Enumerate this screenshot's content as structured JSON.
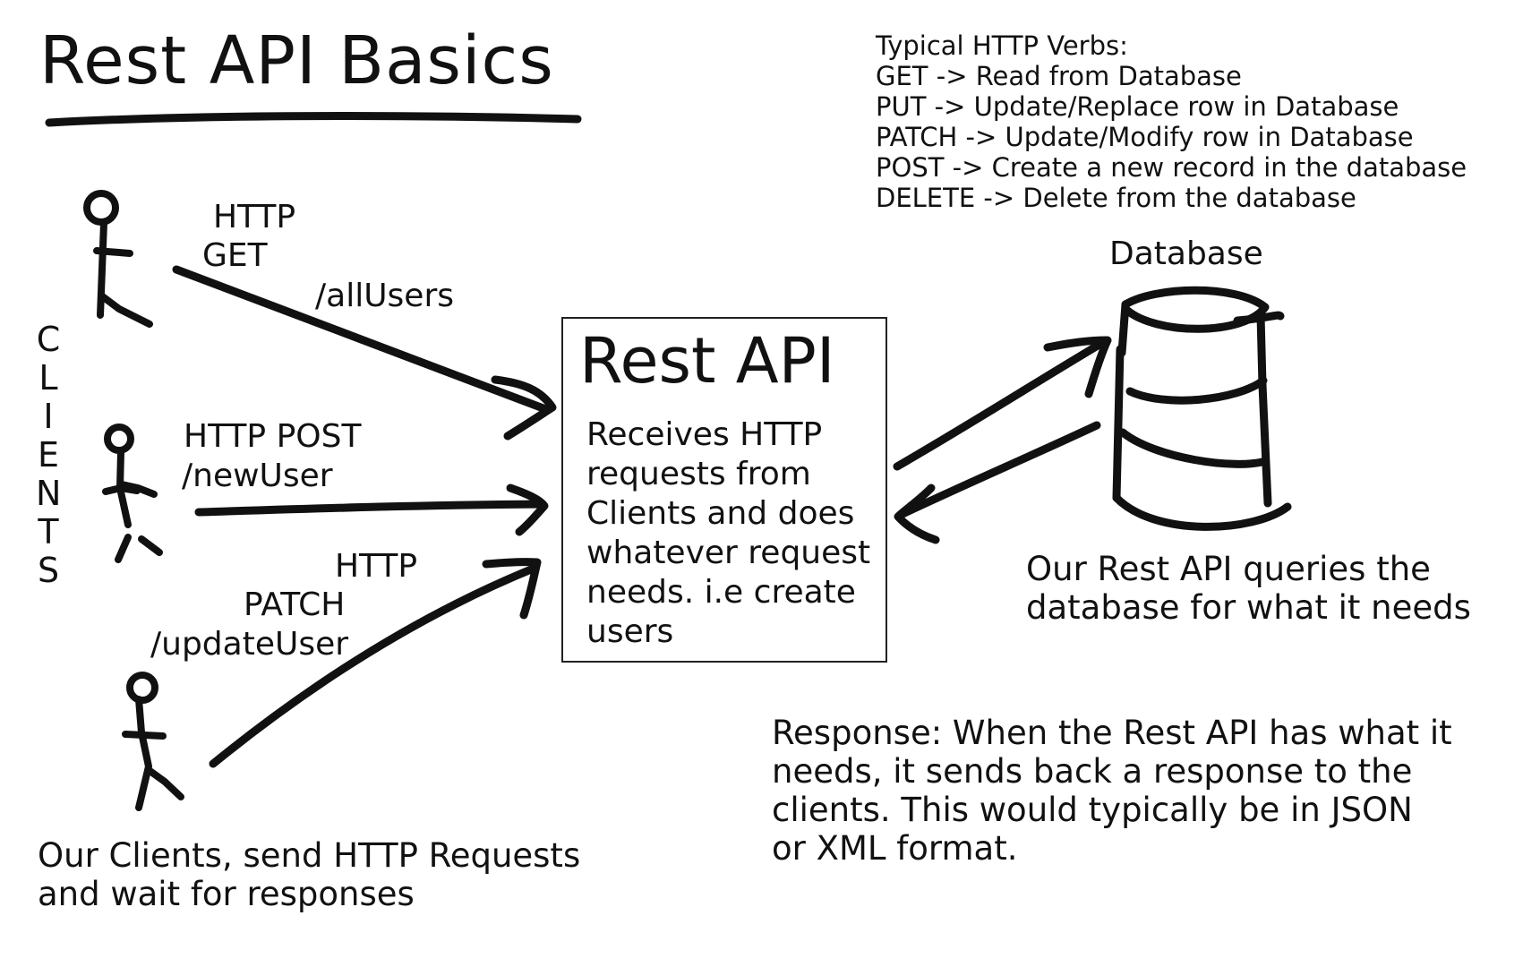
{
  "title": "Rest API Basics",
  "verbs": {
    "heading": "Typical HTTP Verbs:",
    "items": [
      "GET -> Read from Database",
      "PUT -> Update/Replace row in Database",
      "PATCH -> Update/Modify row in Database",
      "POST -> Create a new record in the database",
      "DELETE -> Delete from the database"
    ]
  },
  "clients_vertical": [
    "C",
    "L",
    "I",
    "E",
    "N",
    "T",
    "S"
  ],
  "requests": {
    "get": {
      "line1": "HTTP",
      "line2": "GET",
      "path": "/allUsers"
    },
    "post": {
      "line1": "HTTP POST",
      "path": "/newUser"
    },
    "patch": {
      "line1": "HTTP",
      "line2": "PATCH",
      "path": "/updateUser"
    }
  },
  "api_box": {
    "title": "Rest API",
    "description": "Receives HTTP\nrequests from\nClients and does\nwhatever request\nneeds. i.e create\nusers"
  },
  "database": {
    "label": "Database",
    "caption": "Our Rest API queries the\ndatabase for what it needs"
  },
  "clients_caption": "Our Clients, send HTTP Requests\nand wait for responses",
  "response_text": "Response: When the Rest API has what it\nneeds, it sends back a response to the\nclients. This would typically be in JSON\nor XML format."
}
